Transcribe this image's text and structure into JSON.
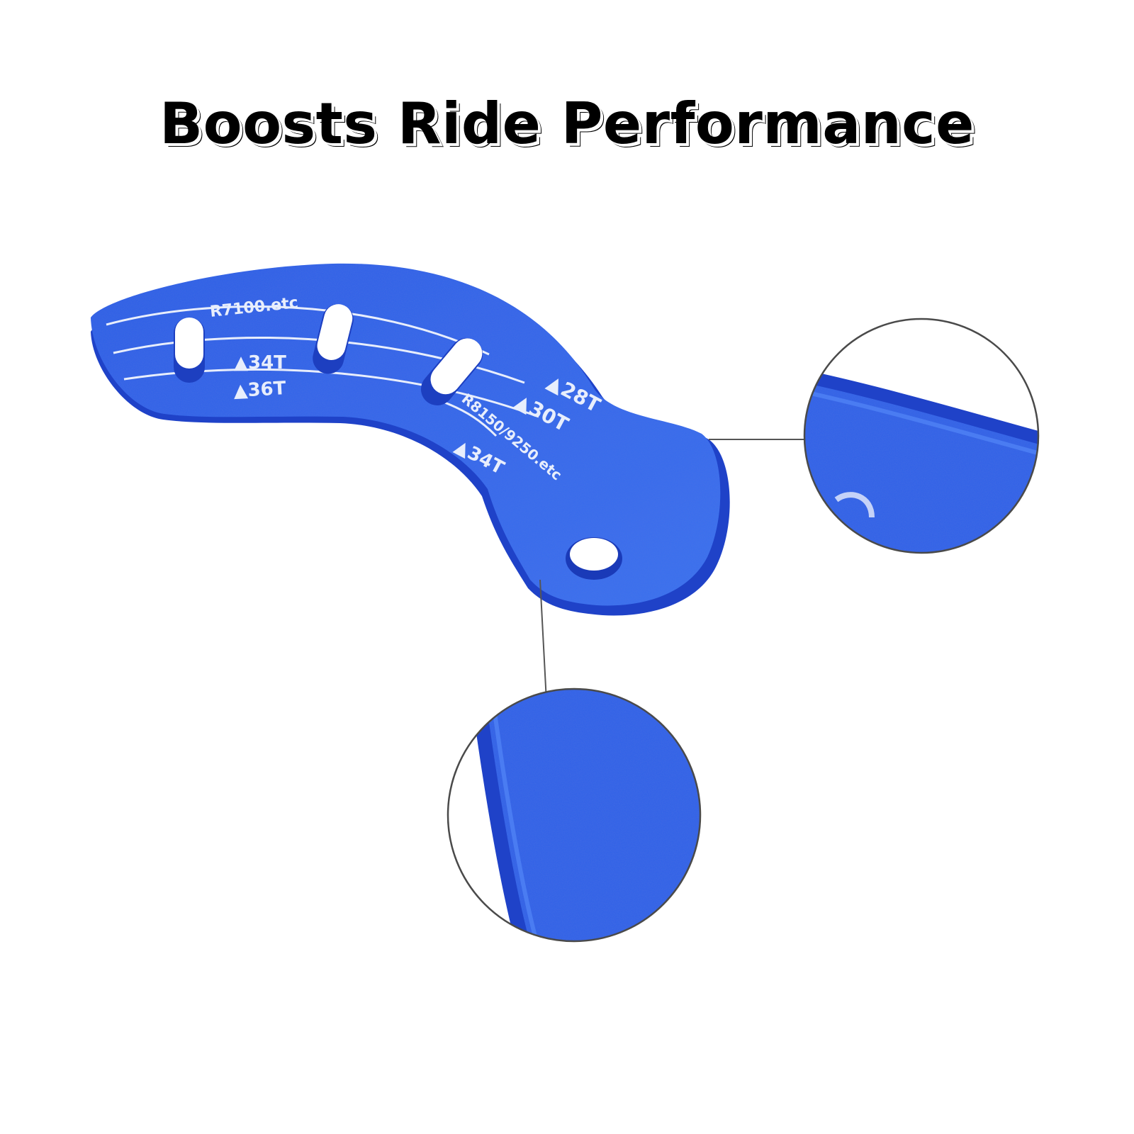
{
  "headline": "Boosts Ride Performance",
  "colors": {
    "part_blue": "#2f61e8",
    "part_edge": "#1f42c8",
    "marking": "#e8eefc",
    "leader_line": "#555555",
    "background": "#ffffff"
  },
  "markings": {
    "model_a": "R7100.etc",
    "model_a_34t": "▲34T",
    "model_a_36t": "▲36T",
    "gear_28t": "▲28T",
    "gear_30t": "▲30T",
    "model_b": "R8150/9250.etc",
    "model_b_34t": "▲34T"
  },
  "icons": {
    "part": "blue-hanger-plate-icon",
    "zoom_edge": "magnified-edge-icon",
    "zoom_surface": "magnified-surface-icon"
  }
}
